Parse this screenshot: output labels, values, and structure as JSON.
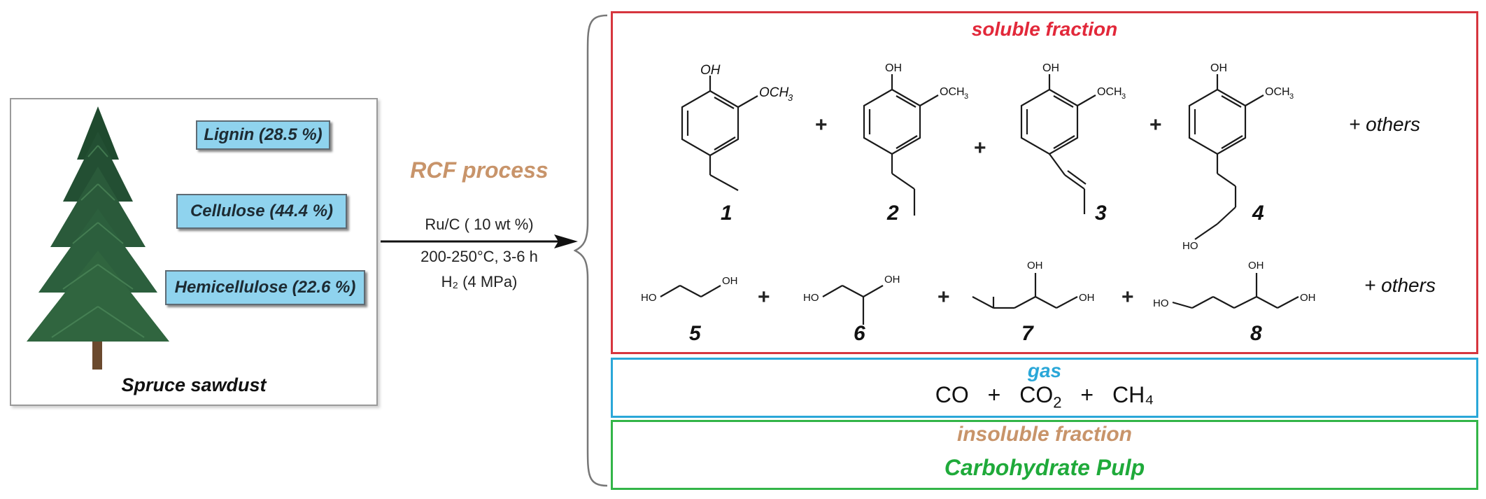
{
  "feedstock": {
    "label": "Spruce sawdust",
    "components": [
      {
        "label": "Lignin (28.5 %)"
      },
      {
        "label": "Cellulose (44.4 %)"
      },
      {
        "label": "Hemicellulose (22.6 %)"
      }
    ]
  },
  "process": {
    "title": "RCF process",
    "conditions": [
      "Ru/C ( 10 wt %)",
      "200-250°C, 3-6 h",
      "H₂ (4 MPa)"
    ]
  },
  "soluble_fraction": {
    "title": "soluble fraction",
    "aromatic_numbers": [
      "1",
      "2",
      "3",
      "4"
    ],
    "diol_numbers": [
      "5",
      "6",
      "7",
      "8"
    ],
    "others_label": "+ others",
    "plus": "+",
    "atoms": {
      "oh": "OH",
      "och3": "OCH",
      "sub3": "3",
      "ho": "HO"
    }
  },
  "gas": {
    "title": "gas",
    "formula": {
      "co": "CO",
      "plus": "+",
      "co2_main": "CO",
      "co2_sub": "2",
      "ch4": "CH₄"
    }
  },
  "insoluble_fraction": {
    "title": "insoluble fraction",
    "pulp_label": "Carbohydrate Pulp"
  },
  "colors": {
    "soluble": "#d6363e",
    "gas": "#2aa7d8",
    "insoluble": "#33b548",
    "process": "#c8946a",
    "component_fill": "#8fd3ee"
  }
}
